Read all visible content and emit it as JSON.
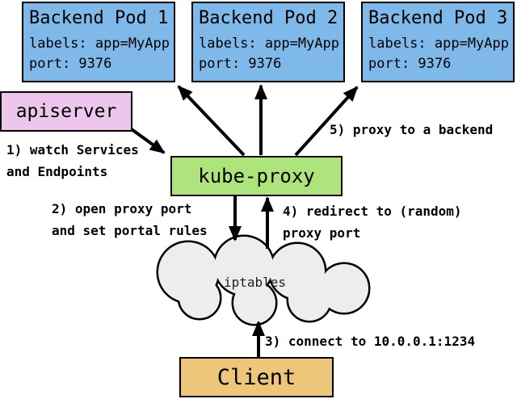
{
  "colors": {
    "pod-blue": "#7FB9EA",
    "apiserver-pink": "#EDC6EE",
    "kube-proxy-green": "#AEE47C",
    "client-orange": "#EDC67B",
    "cloud-gray": "#EDEDED",
    "outline": "#000000"
  },
  "pods": [
    {
      "title": "Backend Pod 1",
      "labels_line": "labels: app=MyApp",
      "port_line": "port: 9376"
    },
    {
      "title": "Backend Pod 2",
      "labels_line": "labels: app=MyApp",
      "port_line": "port: 9376"
    },
    {
      "title": "Backend Pod 3",
      "labels_line": "labels: app=MyApp",
      "port_line": "port: 9376"
    }
  ],
  "nodes": {
    "apiserver": {
      "label": "apiserver"
    },
    "kube_proxy": {
      "label": "kube-proxy"
    },
    "iptables": {
      "label": "iptables"
    },
    "client": {
      "label": "Client"
    }
  },
  "annotations": {
    "step1": {
      "line1": "1) watch Services",
      "line2": "and Endpoints"
    },
    "step2": {
      "line1": "2) open proxy port",
      "line2": "and set portal rules"
    },
    "step3": {
      "line1": "3) connect to 10.0.0.1:1234"
    },
    "step4": {
      "line1": "4) redirect to (random)",
      "line2": "proxy port"
    },
    "step5": {
      "line1": "5) proxy to a backend"
    }
  }
}
